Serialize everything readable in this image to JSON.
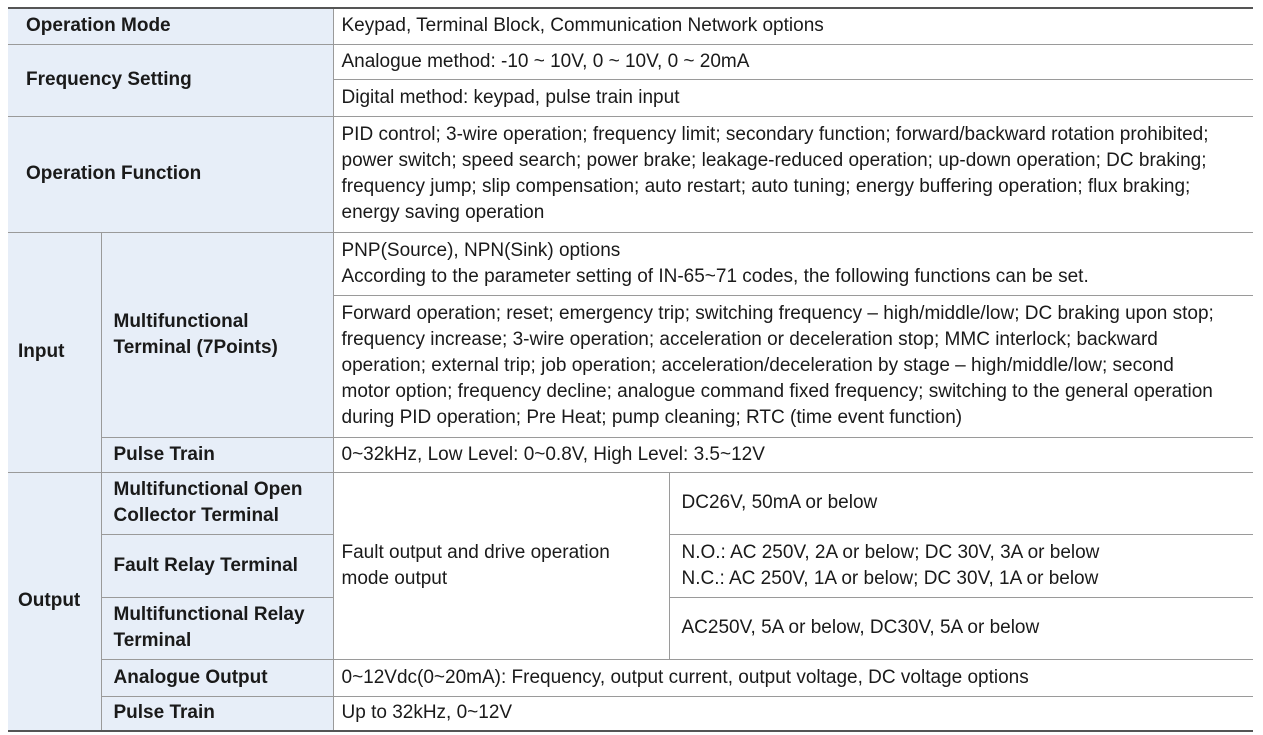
{
  "rows": {
    "operation_mode": {
      "label": "Operation Mode",
      "value": "Keypad, Terminal Block, Communication Network options"
    },
    "frequency_setting": {
      "label": "Frequency Setting",
      "values": [
        "Analogue method: -10 ~ 10V, 0 ~ 10V, 0 ~ 20mA",
        "Digital method: keypad, pulse train input"
      ]
    },
    "operation_function": {
      "label": "Operation Function",
      "lines": [
        "PID control; 3-wire operation; frequency limit; secondary function; forward/backward rotation prohibited;",
        "power switch; speed search; power brake; leakage-reduced operation; up-down operation; DC braking;",
        "frequency jump; slip compensation; auto restart; auto tuning; energy buffering operation; flux braking;",
        "energy saving operation"
      ]
    },
    "input": {
      "label": "Input",
      "multifunctional_terminal": {
        "label_lines": [
          "Multifunctional",
          "Terminal (7Points)"
        ],
        "value1_lines": [
          "PNP(Source), NPN(Sink) options",
          "According to the parameter setting of IN-65~71 codes, the following functions can be set."
        ],
        "value2_lines": [
          "Forward operation; reset; emergency trip; switching frequency – high/middle/low; DC braking upon stop;",
          "frequency increase; 3-wire operation; acceleration or deceleration stop; MMC interlock; backward",
          "operation; external trip; job operation; acceleration/deceleration by stage – high/middle/low; second",
          "motor option; frequency decline; analogue command fixed frequency; switching to the general operation",
          "during PID operation; Pre Heat; pump cleaning; RTC (time event function)"
        ]
      },
      "pulse_train": {
        "label": "Pulse Train",
        "value": "0~32kHz, Low Level: 0~0.8V, High Level: 3.5~12V"
      }
    },
    "output": {
      "label": "Output",
      "shared_desc_lines": [
        "Fault output and drive operation",
        "mode output"
      ],
      "open_collector": {
        "label_lines": [
          "Multifunctional Open",
          "Collector Terminal"
        ],
        "value": "DC26V, 50mA or below"
      },
      "fault_relay": {
        "label": "Fault Relay Terminal",
        "value_lines": [
          "N.O.: AC 250V, 2A or below; DC 30V, 3A or below",
          "N.C.: AC 250V, 1A or below; DC 30V, 1A or below"
        ]
      },
      "multifunctional_relay": {
        "label_lines": [
          "Multifunctional Relay",
          "Terminal"
        ],
        "value": "AC250V, 5A or below, DC30V, 5A or below"
      },
      "analogue_output": {
        "label": "Analogue Output",
        "value": "0~12Vdc(0~20mA): Frequency, output current, output voltage, DC voltage options"
      },
      "pulse_train": {
        "label": "Pulse Train",
        "value": "Up to 32kHz, 0~12V"
      }
    }
  },
  "colors": {
    "header_bg": "#e7eef8",
    "border": "#9a9a9a",
    "rule": "#555555",
    "text": "#1a1a1a"
  }
}
